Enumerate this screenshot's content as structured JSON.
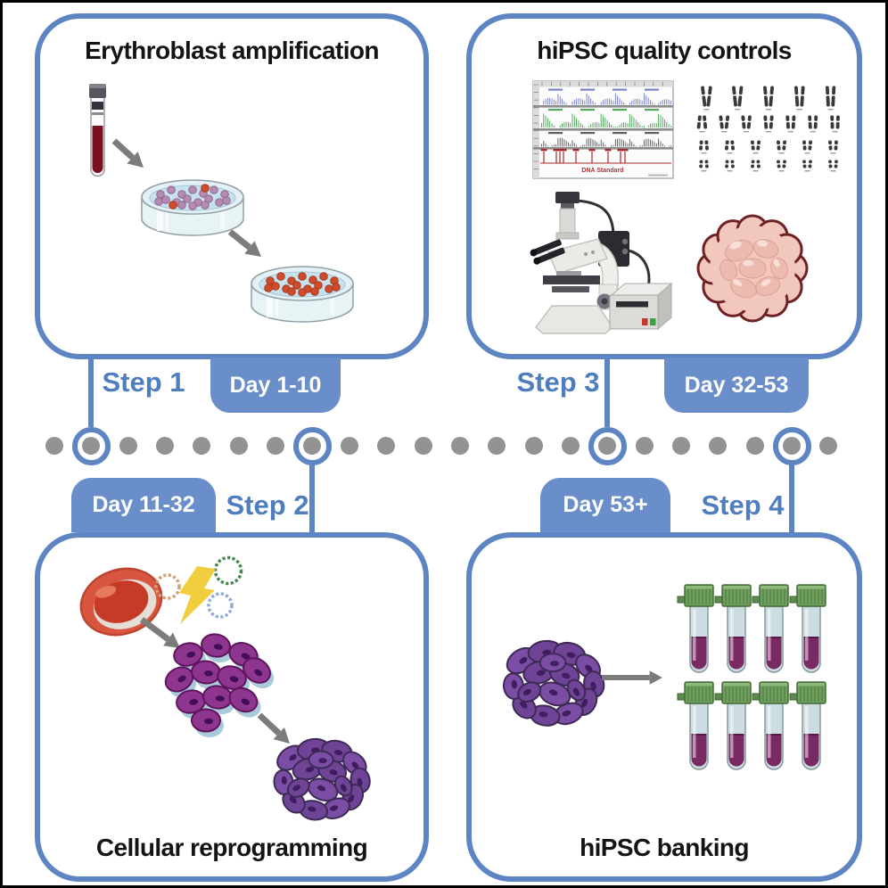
{
  "colors": {
    "panel_border_blue": "#5d84c3",
    "tab_blue": "#6a8ec9",
    "step_text_blue": "#4f7ec0",
    "timeline_dot_gray": "#939393",
    "arrow_gray": "#7c7c7c",
    "frame_black": "#000000"
  },
  "panels": {
    "top_left": {
      "title": "Erythroblast amplification"
    },
    "top_right": {
      "title": "hiPSC quality controls",
      "dna_standard_caption": "DNA Standard"
    },
    "bottom_left": {
      "title": "Cellular reprogramming"
    },
    "bottom_right": {
      "title": "hiPSC banking"
    }
  },
  "timeline": {
    "dot_count": 22,
    "circled_indices": [
      1,
      7,
      15,
      20
    ],
    "steps": [
      {
        "label": "Step 1",
        "days": "Day 1-10"
      },
      {
        "label": "Step 2",
        "days": "Day 11-32"
      },
      {
        "label": "Step 3",
        "days": "Day 32-53"
      },
      {
        "label": "Step 4",
        "days": "Day 53+"
      }
    ]
  },
  "icons": [
    "blood-tube-icon",
    "petri-dish-icon",
    "arrow-icon",
    "str-profile-chart",
    "karyotype-image",
    "microscope-icon",
    "hipsc-colony-pink-icon",
    "red-blood-cell-icon",
    "plasmid-icon",
    "lightning-bolt-icon",
    "reprogrammed-cell-cluster",
    "hipsc-colony-icon",
    "cryovial-icon",
    "timeline-dot",
    "timeline-ring",
    "connector-line"
  ]
}
